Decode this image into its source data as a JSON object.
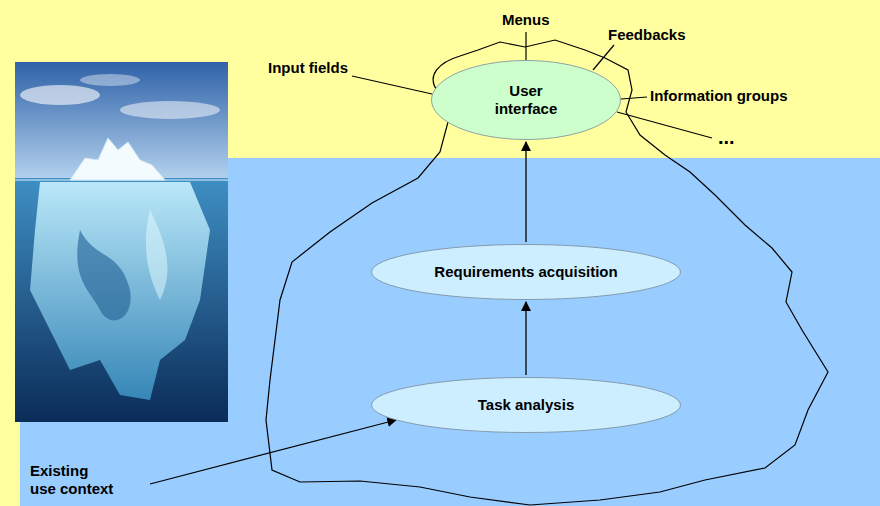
{
  "diagram": {
    "nodes": [
      {
        "text": [
          "User interface"
        ]
      },
      {
        "text": [
          "Requirements acquisition"
        ]
      },
      {
        "text": [
          "Task analysis"
        ]
      }
    ],
    "edges": [
      {
        "from": 2,
        "to": 1,
        "arrow": "to"
      },
      {
        "from": 1,
        "to": 0,
        "arrow": "to"
      }
    ],
    "labels": [
      "Input fields",
      "Menus",
      "Feedbacks",
      "Information groups",
      "...",
      "Existing use context"
    ]
  }
}
